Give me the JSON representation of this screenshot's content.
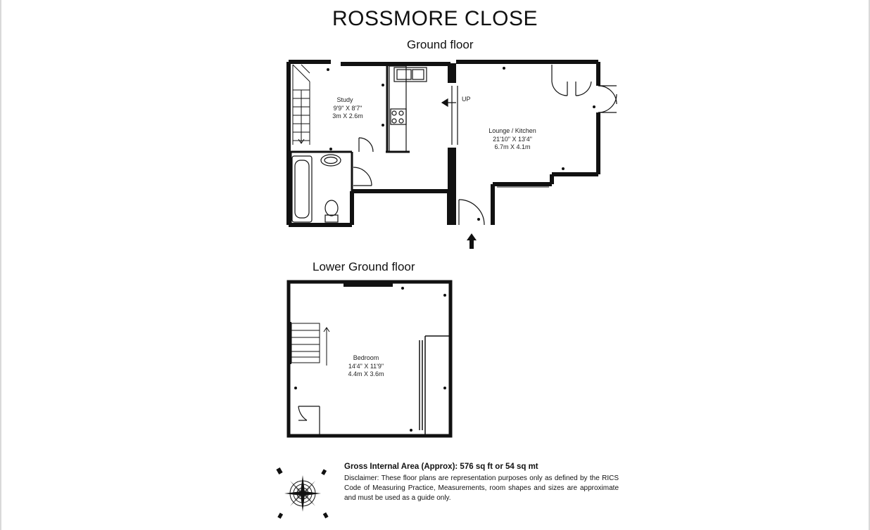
{
  "title": "ROSSMORE CLOSE",
  "floors": {
    "ground": {
      "label": "Ground floor",
      "rooms": {
        "study": {
          "name": "Study",
          "imperial": "9'9\" X 8'7\"",
          "metric": "3m X 2.6m"
        },
        "lounge": {
          "name": "Lounge / Kitchen",
          "imperial": "21'10\" X 13'4\"",
          "metric": "6.7m X 4.1m"
        }
      },
      "stair_label": "UP"
    },
    "lower": {
      "label": "Lower Ground floor",
      "rooms": {
        "bedroom": {
          "name": "Bedroom",
          "imperial": "14'4\" X 11'9\"",
          "metric": "4.4m X 3.6m"
        }
      }
    }
  },
  "area": {
    "text": "Gross Internal Area (Approx): 576 sq ft or 54 sq mt"
  },
  "disclaimer": "Disclaimer: These floor plans are representation purposes only as defined by the RICS Code of Measuring Practice, Measurements, room shapes and sizes are approximate and must be used as a guide only.",
  "compass": {
    "icon": "compass-rose-icon"
  }
}
